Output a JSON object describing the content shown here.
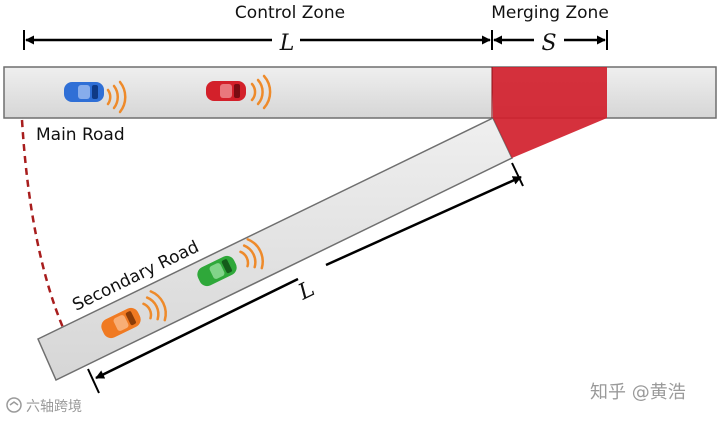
{
  "labels": {
    "control_zone": "Control Zone",
    "merging_zone": "Merging Zone",
    "main_road": "Main Road",
    "secondary_road": "Secondary Road",
    "length_symbol_main": "L",
    "length_symbol_secondary": "L",
    "merge_length_symbol": "S"
  },
  "watermarks": {
    "left": "六轴跨境",
    "right": "知乎 @黄浩"
  },
  "colors": {
    "road_fill": "#e3e3e3",
    "road_stroke": "#6f6f6f",
    "merging_zone": "#d11f2c",
    "dashed_arc": "#a81d1d",
    "signal_arcs": "#ee8a2a",
    "car_blue": "#2f6fd6",
    "car_red": "#d3202a",
    "car_green": "#2fa83a",
    "car_orange": "#f07a22"
  }
}
